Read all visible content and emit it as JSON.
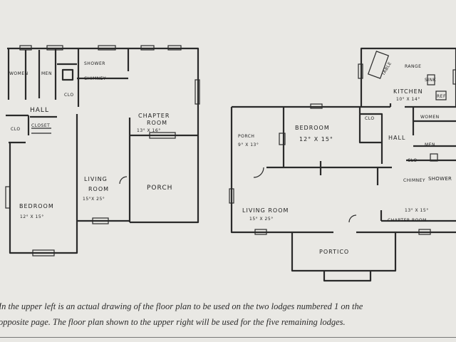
{
  "left_plan": {
    "rooms": {
      "women": "WOMEN",
      "men": "MEN",
      "shower": "SHOWER",
      "chimney": "CHIMNEY",
      "clo1": "CLO",
      "hall": "HALL",
      "clo2": "CLO",
      "closet": "CLOSET",
      "chapter_room": "CHAPTER",
      "chapter_room2": "ROOM",
      "chapter_room_size": "13° X 16°",
      "living_room": "LIVING",
      "living_room2": "ROOM",
      "living_room_size": "15°X 25°",
      "porch": "PORCH",
      "bedroom": "BEDROOM",
      "bedroom_size": "12° X 15°"
    }
  },
  "right_plan": {
    "rooms": {
      "table": "TABLE",
      "range": "RANGE",
      "sink": "SINK",
      "kitchen": "KITCHEN",
      "kitchen_size": "10° X 14°",
      "ref": "REF",
      "clo1": "CLO",
      "women": "WOMEN",
      "hall": "HALL",
      "men": "MEN",
      "clo2": "CLO",
      "chimney": "CHIMNEY",
      "shower": "SHOWER",
      "porch": "PORCH",
      "porch_size": "9° X 13°",
      "bedroom": "BEDROOM",
      "bedroom_size": "12° X 15°",
      "living_room": "LIVING ROOM",
      "living_room_size": "15° X 25°",
      "chapter_room_size": "13° X 15°",
      "chapter_room": "CHAPTER ROOM",
      "portico": "PORTICO"
    }
  },
  "caption": {
    "line1": "In the upper left is an actual drawing of the floor plan to be used on the two lodges numbered 1 on the",
    "line2": "opposite page. The floor plan shown to the upper right will be used for the five remaining lodges."
  }
}
